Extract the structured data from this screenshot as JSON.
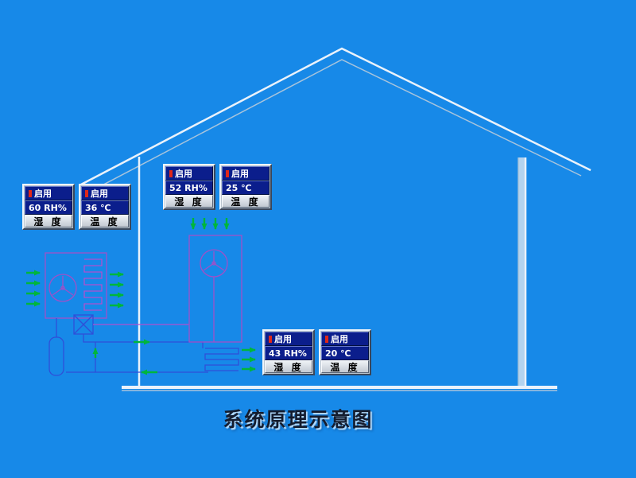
{
  "title": "系统原理示意图",
  "panels": [
    {
      "status": "启用",
      "value": "60 RH%",
      "label": "湿 度"
    },
    {
      "status": "启用",
      "value": "36 ℃",
      "label": "温 度"
    },
    {
      "status": "启用",
      "value": "52 RH%",
      "label": "湿 度"
    },
    {
      "status": "启用",
      "value": "25 ℃",
      "label": "温 度"
    },
    {
      "status": "启用",
      "value": "43 RH%",
      "label": "湿 度"
    },
    {
      "status": "启用",
      "value": "20 ℃",
      "label": "温 度"
    }
  ],
  "colors": {
    "bg": "#1789e8",
    "panel-frame": "#b9c4ce",
    "panel-navy": "#0b1e8c",
    "led-red": "#e02818",
    "arrow-green": "#00b63c",
    "house-line": "#eaf2fb",
    "house-line-2": "#a8c4dc",
    "unit-line": "#a050c8",
    "pipe-blue": "#2f4fd8",
    "pipe-purple": "#b050d0"
  }
}
